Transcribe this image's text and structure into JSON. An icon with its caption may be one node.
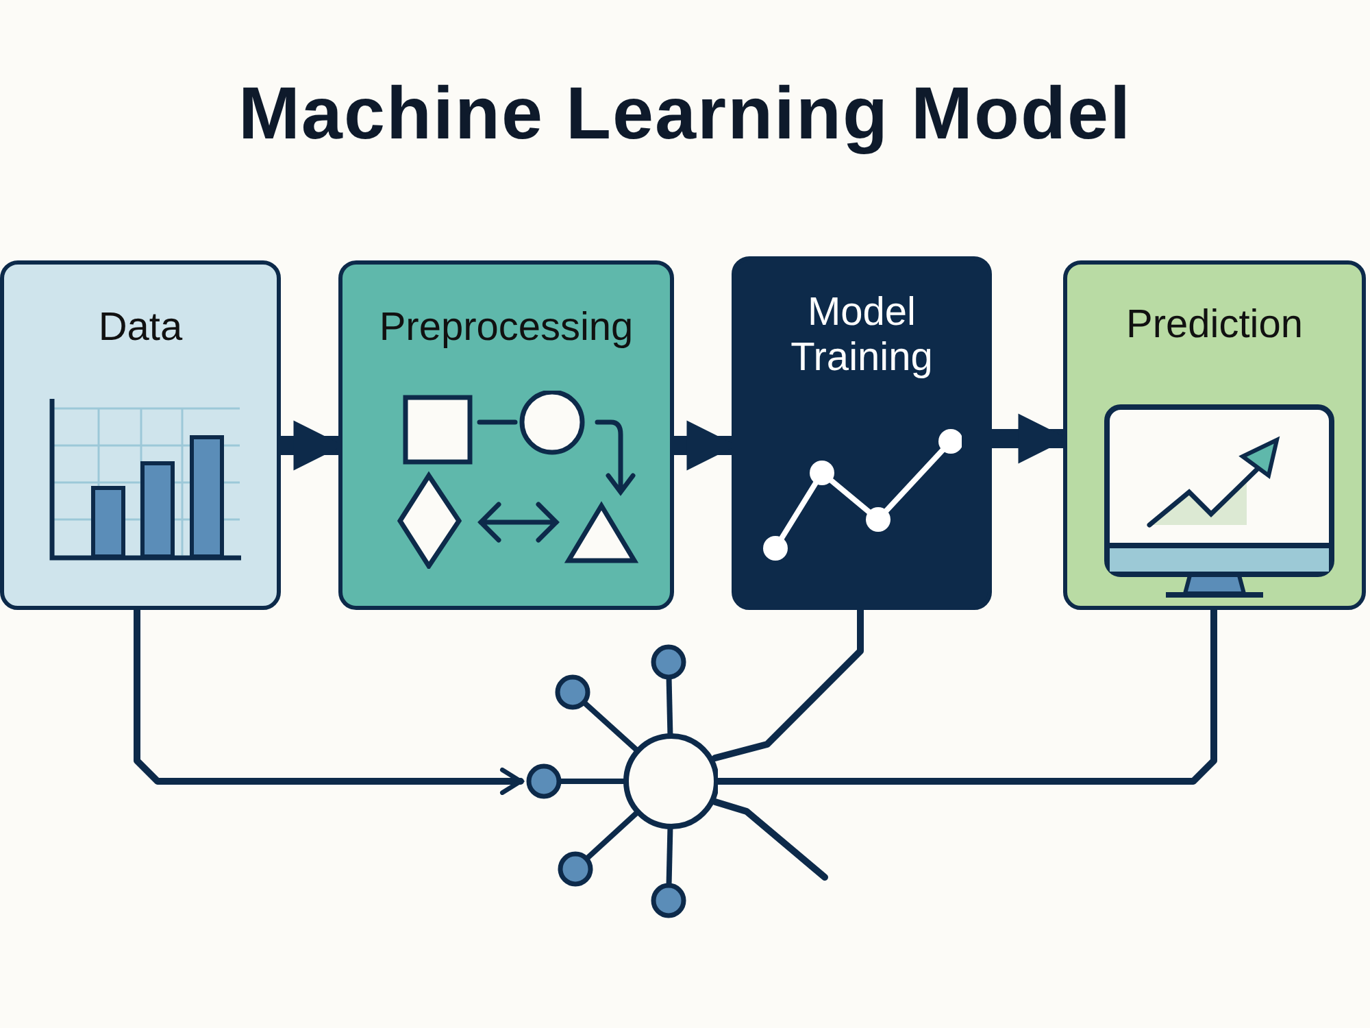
{
  "diagram": {
    "title": "Machine Learning Model",
    "nodes": [
      {
        "text": [
          "Data"
        ]
      },
      {
        "text": [
          "Preprocessing"
        ]
      },
      {
        "text": [
          "Model Training"
        ]
      },
      {
        "text": [
          "Prediction"
        ]
      },
      {
        "text": [],
        "shape": "circle"
      }
    ],
    "edges": [
      {
        "from": 0,
        "to": 1,
        "arrow": "to",
        "style": "thick"
      },
      {
        "from": 1,
        "to": 2,
        "arrow": "to",
        "style": "thick"
      },
      {
        "from": 2,
        "to": 3,
        "arrow": "to",
        "style": "thick"
      },
      {
        "from": 0,
        "to": 4,
        "arrow": "to"
      },
      {
        "from": 2,
        "to": 4,
        "arrow": "none"
      },
      {
        "from": 3,
        "to": 4,
        "arrow": "none"
      },
      {
        "from": 4,
        "to": null,
        "arrow": "none"
      }
    ]
  }
}
